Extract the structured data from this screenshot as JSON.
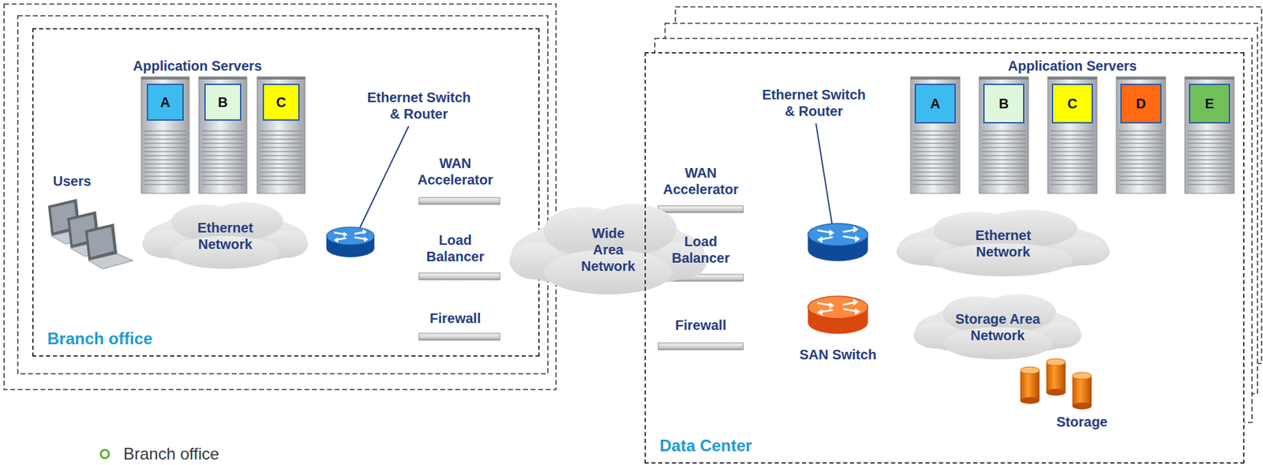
{
  "diagram": {
    "nodes": [
      {
        "text": [
          "Branch office"
        ]
      },
      {
        "text": [
          "A"
        ],
        "in": 0
      },
      {
        "text": [
          "B"
        ],
        "in": 0
      },
      {
        "text": [
          "C"
        ],
        "in": 0
      },
      {
        "text": [
          "Ethernet Network"
        ],
        "in": 0
      },
      {
        "text": [
          "Wide Area Network"
        ]
      },
      {
        "text": [
          "Data Center"
        ]
      },
      {
        "text": [
          "A"
        ],
        "in": 6
      },
      {
        "text": [
          "B"
        ],
        "in": 6
      },
      {
        "text": [
          "C"
        ],
        "in": 6
      },
      {
        "text": [
          "D"
        ],
        "in": 6
      },
      {
        "text": [
          "E"
        ],
        "in": 6
      },
      {
        "text": [
          "Ethernet Network"
        ],
        "in": 6
      },
      {
        "text": [
          "Storage Area Network"
        ],
        "in": 6
      }
    ],
    "labels": [
      "Application Servers",
      "Ethernet Switch & Router",
      "Users",
      "WAN Accelerator",
      "Load Balancer",
      "Firewall",
      "Ethernet Switch & Router",
      "Application Servers",
      "WAN Accelerator",
      "Load Balancer",
      "Firewall",
      "SAN Switch",
      "Storage",
      "Branch office"
    ]
  }
}
